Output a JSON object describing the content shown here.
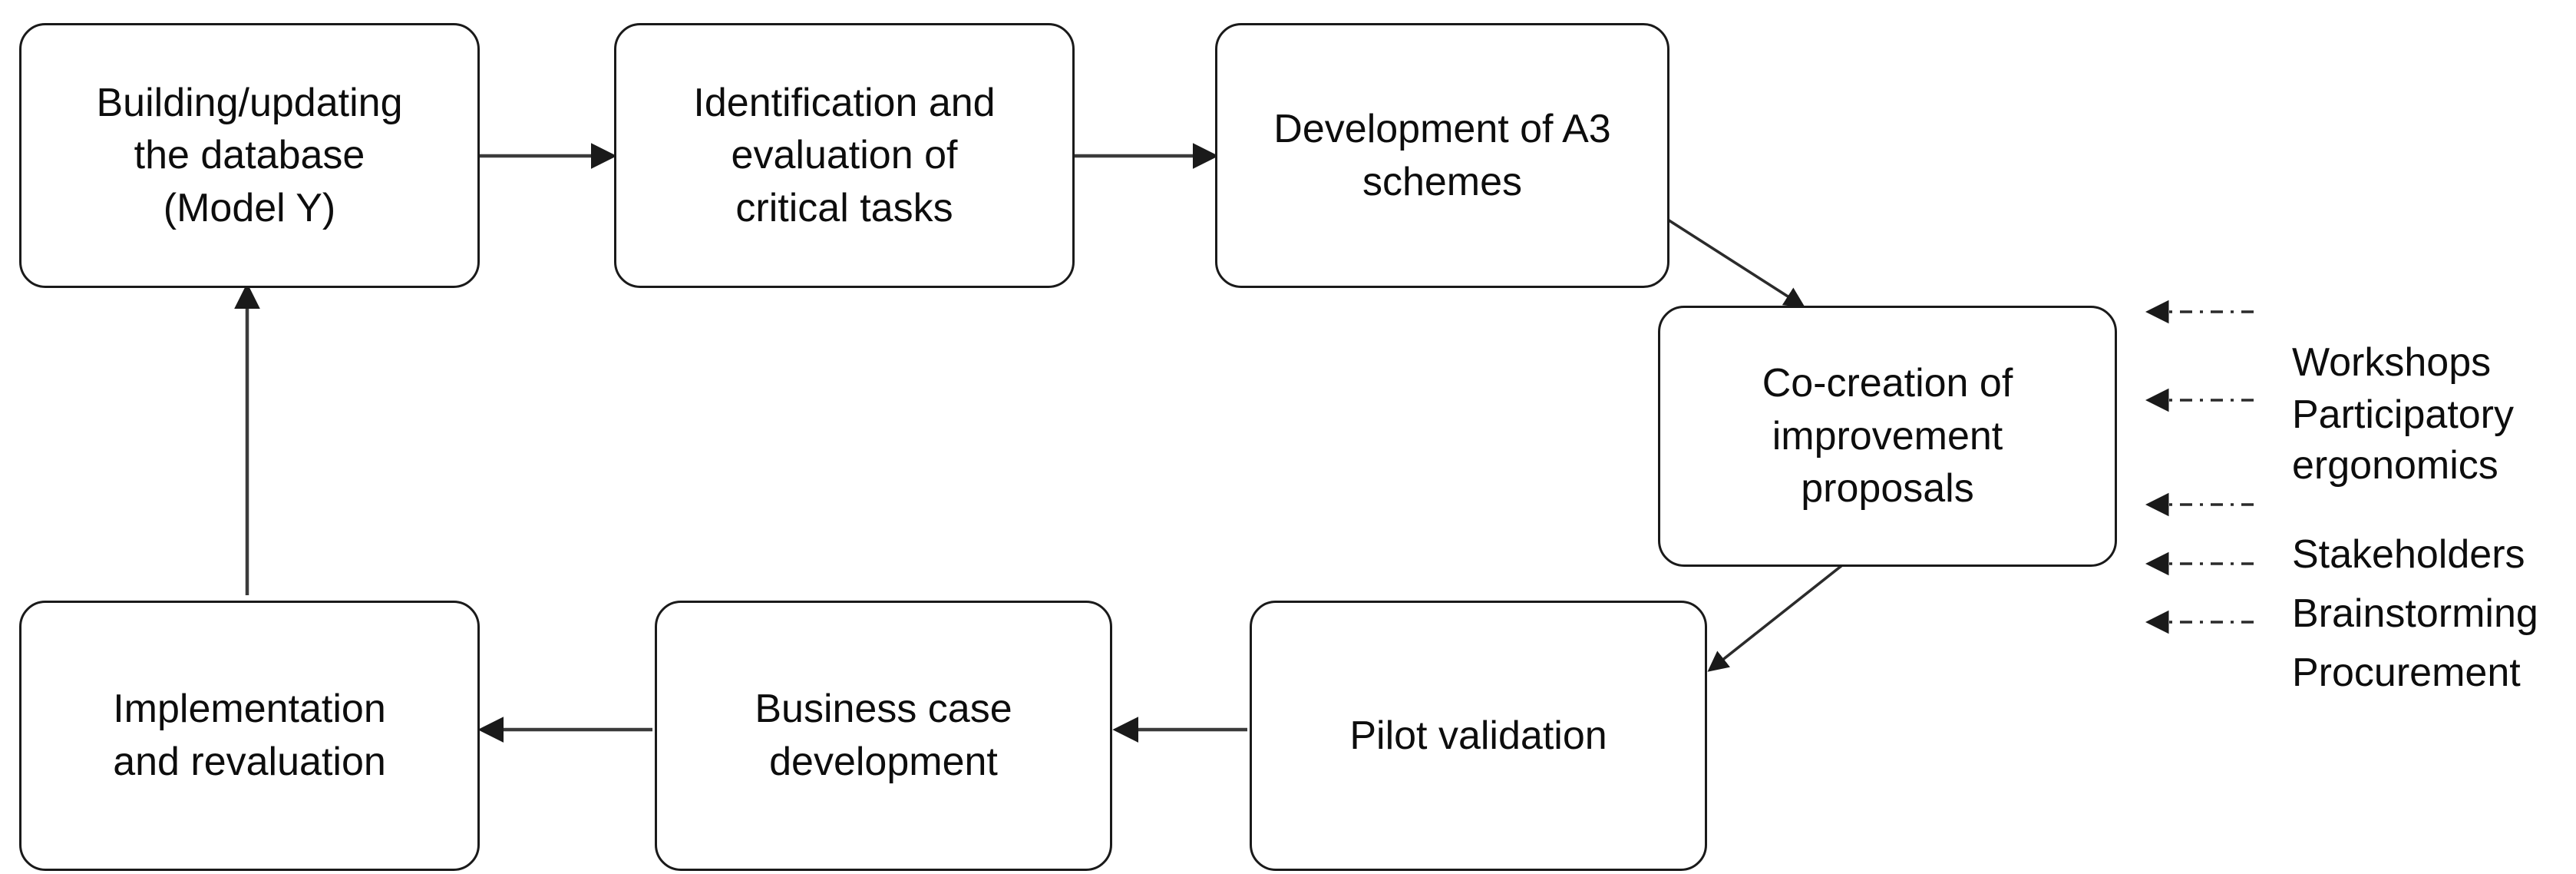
{
  "diagram": {
    "title": "Continuous improvement cycle flowchart",
    "stroke_color": "#1a1a1a",
    "background_color": "#ffffff",
    "nodes": [
      {
        "id": "building-updating-database",
        "label": "Building/updating\nthe database\n(Model Y)"
      },
      {
        "id": "identification-evaluation-critical-tasks",
        "label": "Identification and\nevaluation of\ncritical tasks"
      },
      {
        "id": "development-a3-schemes",
        "label": "Development of A3\nschemes"
      },
      {
        "id": "co-creation-improvement-proposals",
        "label": "Co-creation of\nimprovement\nproposals"
      },
      {
        "id": "pilot-validation",
        "label": "Pilot validation"
      },
      {
        "id": "business-case-development",
        "label": "Business case\ndevelopment"
      },
      {
        "id": "implementation-revaluation",
        "label": "Implementation\nand revaluation"
      }
    ],
    "side_inputs": [
      {
        "id": "workshops",
        "label": "Workshops"
      },
      {
        "id": "participatory-ergonomics",
        "label": "Participatory\nergonomics"
      },
      {
        "id": "stakeholders",
        "label": "Stakeholders"
      },
      {
        "id": "brainstorming",
        "label": "Brainstorming"
      },
      {
        "id": "procurement",
        "label": "Procurement"
      }
    ],
    "connections": [
      {
        "from": "building-updating-database",
        "to": "identification-evaluation-critical-tasks",
        "style": "solid"
      },
      {
        "from": "identification-evaluation-critical-tasks",
        "to": "development-a3-schemes",
        "style": "solid"
      },
      {
        "from": "development-a3-schemes",
        "to": "co-creation-improvement-proposals",
        "style": "solid"
      },
      {
        "from": "co-creation-improvement-proposals",
        "to": "pilot-validation",
        "style": "solid"
      },
      {
        "from": "pilot-validation",
        "to": "business-case-development",
        "style": "solid"
      },
      {
        "from": "business-case-development",
        "to": "implementation-revaluation",
        "style": "solid"
      },
      {
        "from": "implementation-revaluation",
        "to": "building-updating-database",
        "style": "solid"
      },
      {
        "from": "workshops",
        "to": "co-creation-improvement-proposals",
        "style": "dash-dot"
      },
      {
        "from": "participatory-ergonomics",
        "to": "co-creation-improvement-proposals",
        "style": "dash-dot"
      },
      {
        "from": "stakeholders",
        "to": "co-creation-improvement-proposals",
        "style": "dash-dot"
      },
      {
        "from": "brainstorming",
        "to": "co-creation-improvement-proposals",
        "style": "dash-dot"
      },
      {
        "from": "procurement",
        "to": "co-creation-improvement-proposals",
        "style": "dash-dot"
      }
    ]
  }
}
